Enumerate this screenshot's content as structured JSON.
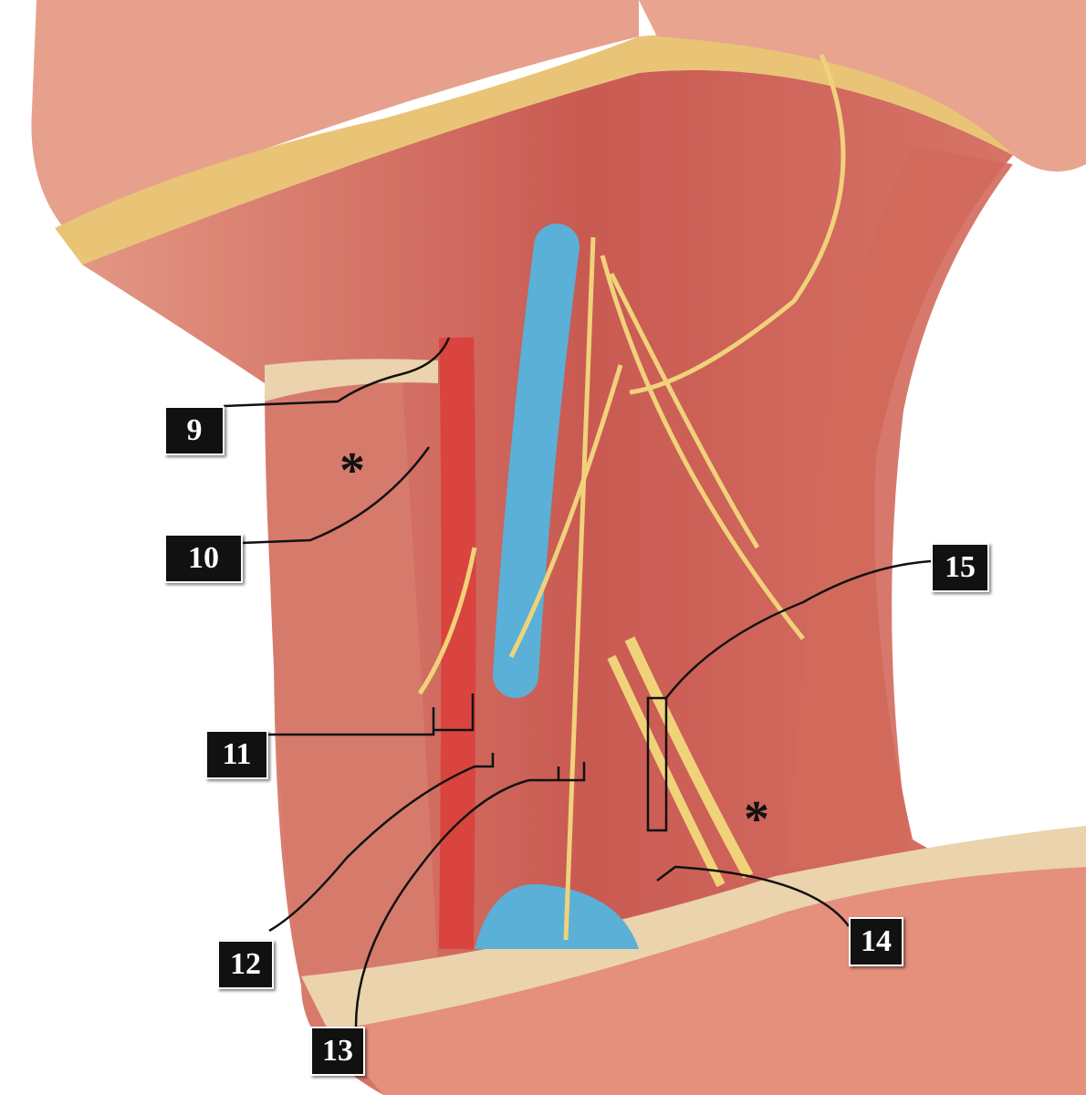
{
  "labels": [
    {
      "id": "9",
      "text": "9"
    },
    {
      "id": "10",
      "text": "10"
    },
    {
      "id": "11",
      "text": "11"
    },
    {
      "id": "12",
      "text": "12"
    },
    {
      "id": "13",
      "text": "13"
    },
    {
      "id": "14",
      "text": "14"
    },
    {
      "id": "15",
      "text": "15"
    }
  ],
  "markers": [
    {
      "text": "*"
    },
    {
      "text": "*"
    }
  ],
  "colors": {
    "muscle": "#c9605a",
    "muscle_light": "#e08a7c",
    "vein": "#5ab0d6",
    "nerve": "#f0d27a",
    "artery": "#d9443e",
    "fascia": "#e9d6b4",
    "label_bg": "#111111",
    "leader": "#111111"
  }
}
